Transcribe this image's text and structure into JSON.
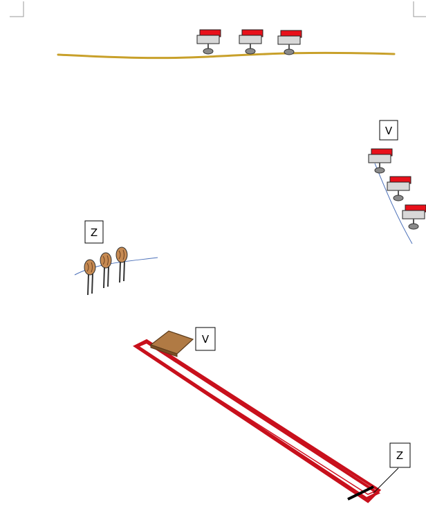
{
  "labels": {
    "label_v_top": "V",
    "label_z_left": "Z",
    "label_v_bottom": "V",
    "label_z_bottom": "Z"
  },
  "colors": {
    "ground_line": "#c8a02a",
    "red_block": "#e8101a",
    "grey_block": "#d6d6d6",
    "leg": "#777777",
    "runway_outline": "#c8101c",
    "panel": "#b07a44",
    "hint_line": "#4a6fb8",
    "post": "#8a5a2e"
  },
  "icons": {
    "corner_marks": "crop-mark-icon",
    "signal_units": "signal-device-icon",
    "posts": "post-marker-icon",
    "panel": "board-icon"
  }
}
